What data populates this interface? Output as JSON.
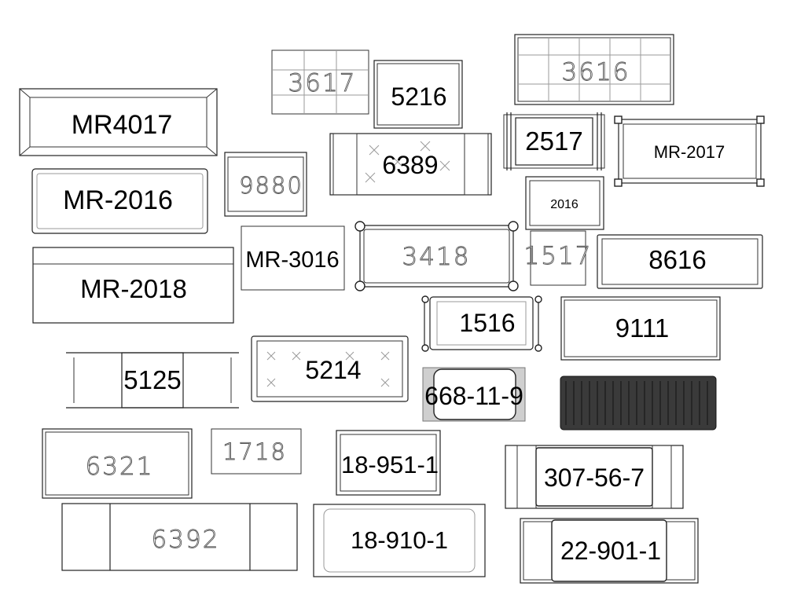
{
  "items": [
    {
      "id": "3617",
      "label": "3617",
      "style": "cad"
    },
    {
      "id": "5216",
      "label": "5216",
      "style": "bold"
    },
    {
      "id": "3616",
      "label": "3616",
      "style": "cad"
    },
    {
      "id": "MR4017",
      "label": "MR4017",
      "style": "bold"
    },
    {
      "id": "2517",
      "label": "2517",
      "style": "bold"
    },
    {
      "id": "MR-2017",
      "label": "MR-2017",
      "style": "bold"
    },
    {
      "id": "6389",
      "label": "6389",
      "style": "bold"
    },
    {
      "id": "9880",
      "label": "9880",
      "style": "cad"
    },
    {
      "id": "MR-2016",
      "label": "MR-2016",
      "style": "bold"
    },
    {
      "id": "2016",
      "label": "2016",
      "style": "bold"
    },
    {
      "id": "MR-3016",
      "label": "MR-3016",
      "style": "bold"
    },
    {
      "id": "3418",
      "label": "3418",
      "style": "cad"
    },
    {
      "id": "1517",
      "label": "1517",
      "style": "cad"
    },
    {
      "id": "8616",
      "label": "8616",
      "style": "bold"
    },
    {
      "id": "MR-2018",
      "label": "MR-2018",
      "style": "bold"
    },
    {
      "id": "1516",
      "label": "1516",
      "style": "bold"
    },
    {
      "id": "9111",
      "label": "9111",
      "style": "bold"
    },
    {
      "id": "5125",
      "label": "5125",
      "style": "bold"
    },
    {
      "id": "5214",
      "label": "5214",
      "style": "bold"
    },
    {
      "id": "668-11-9",
      "label": "668-11-9",
      "style": "bold"
    },
    {
      "id": "6321",
      "label": "6321",
      "style": "cad"
    },
    {
      "id": "1718",
      "label": "1718",
      "style": "cad"
    },
    {
      "id": "18-951-1",
      "label": "18-951-1",
      "style": "bold"
    },
    {
      "id": "307-56-7",
      "label": "307-56-7",
      "style": "bold"
    },
    {
      "id": "6392",
      "label": "6392",
      "style": "cad"
    },
    {
      "id": "18-910-1",
      "label": "18-910-1",
      "style": "bold"
    },
    {
      "id": "22-901-1",
      "label": "22-901-1",
      "style": "bold"
    },
    {
      "id": "woven",
      "label": "",
      "style": "none"
    }
  ],
  "colors": {
    "line": "#222222",
    "light_line": "#9a9a9a",
    "background": "#ffffff",
    "woven_fill": "#3a3a3a"
  }
}
